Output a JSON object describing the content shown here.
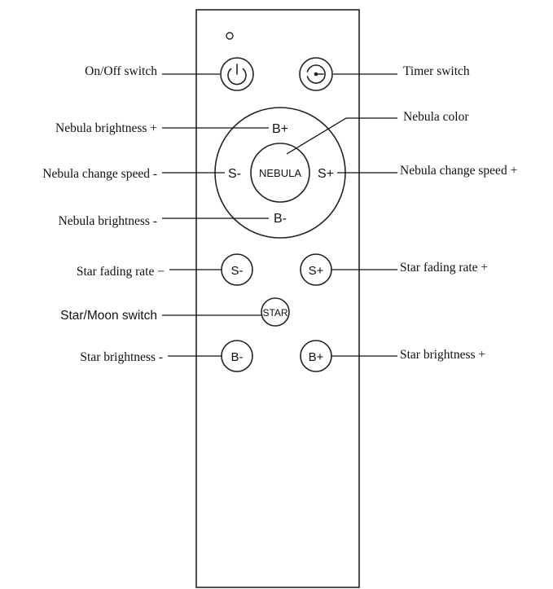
{
  "remote": {
    "buttons": {
      "power": {
        "icon": "power-icon"
      },
      "timer": {
        "icon": "timer-icon"
      },
      "nebula_b_plus": "B+",
      "nebula_b_minus": "B-",
      "nebula_s_minus": "S-",
      "nebula_s_plus": "S+",
      "nebula_center": "NEBULA",
      "star_s_minus": "S-",
      "star_s_plus": "S+",
      "star": "STAR",
      "star_b_minus": "B-",
      "star_b_plus": "B+"
    }
  },
  "labels": {
    "on_off": "On/Off switch",
    "timer": "Timer switch",
    "nebula_brightness_plus": "Nebula brightness +",
    "nebula_color": "Nebula color",
    "nebula_speed_minus": "Nebula change speed -",
    "nebula_speed_plus": "Nebula change speed +",
    "nebula_brightness_minus": "Nebula brightness -",
    "star_fading_minus": "Star fading rate  −",
    "star_fading_plus": "Star fading rate +",
    "star_moon": "Star/Moon switch",
    "star_brightness_minus": "Star brightness -",
    "star_brightness_plus": "Star brightness +"
  }
}
